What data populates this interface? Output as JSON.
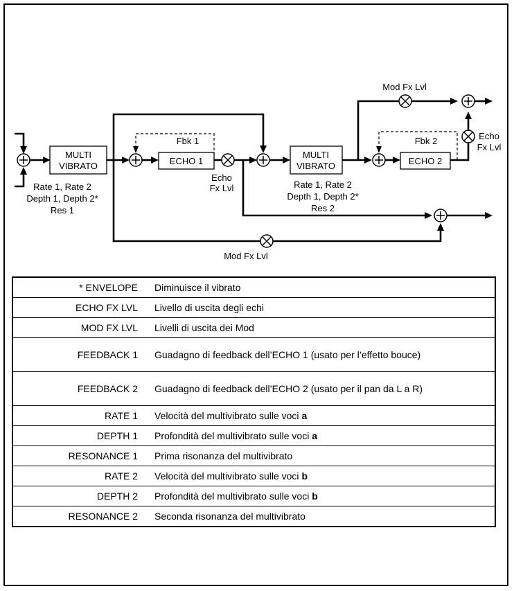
{
  "diagram": {
    "multivibrato_1": [
      "MULTI",
      "VIBRATO"
    ],
    "multivibrato_1_params": [
      "Rate 1, Rate 2",
      "Depth 1, Depth 2*",
      "Res 1"
    ],
    "echo_1": "ECHO 1",
    "feedback_1": "Fbk 1",
    "echo_fx_lvl_1": [
      "Echo",
      "Fx Lvl"
    ],
    "multivibrato_2": [
      "MULTI",
      "VIBRATO"
    ],
    "multivibrato_2_params": [
      "Rate 1, Rate 2",
      "Depth 1, Depth 2*",
      "Res 2"
    ],
    "echo_2": "ECHO 2",
    "feedback_2": "Fbk 2",
    "echo_fx_lvl_2": [
      "Echo",
      "Fx Lvl"
    ],
    "mod_fx_lvl_top": "Mod Fx Lvl",
    "mod_fx_lvl_bottom": "Mod Fx Lvl"
  },
  "legend": [
    {
      "key": "* ENVELOPE",
      "text": "Diminuisce il vibrato"
    },
    {
      "key": "ECHO FX LVL",
      "text": "Livello di uscita degli echi"
    },
    {
      "key": "MOD FX LVL",
      "text": "Livelli di uscita dei Mod"
    },
    {
      "key": "FEEDBACK 1",
      "text": "Guadagno di feedback dell’ECHO 1 (usato per l’effetto bouce)"
    },
    {
      "key": "FEEDBACK 2",
      "text": "Guadagno di feedback dell’ECHO 2 (usato per il pan da L a R)"
    },
    {
      "key": "RATE 1",
      "text": "Velocità  del multivibrato sulle voci ",
      "bold": "a"
    },
    {
      "key": "DEPTH 1",
      "text": "Profondità del multivibrato sulle voci ",
      "bold": "a"
    },
    {
      "key": "RESONANCE 1",
      "text": "Prima risonanza del multivibrato"
    },
    {
      "key": "RATE 2",
      "text": "Velocità  del multivibrato sulle voci ",
      "bold": "b"
    },
    {
      "key": "DEPTH 2",
      "text": "Profondità del multivibrato sulle voci ",
      "bold": "b"
    },
    {
      "key": "RESONANCE 2",
      "text": "Seconda risonanza del  multivibrato"
    }
  ]
}
